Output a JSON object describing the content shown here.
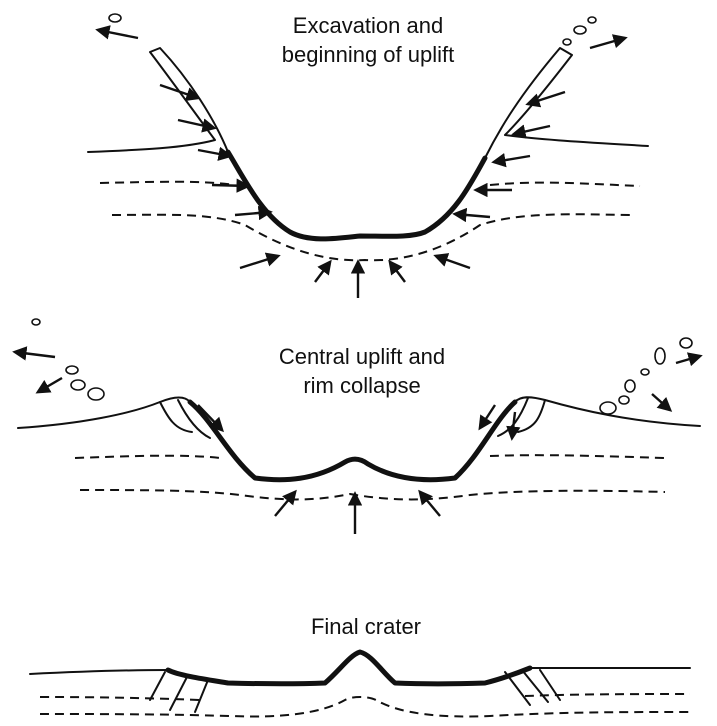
{
  "stages": [
    {
      "caption_lines": [
        "Excavation and",
        "beginning of uplift"
      ]
    },
    {
      "caption_lines": [
        "Central uplift and",
        "rim collapse"
      ]
    },
    {
      "caption_lines": [
        "Final crater"
      ]
    }
  ]
}
